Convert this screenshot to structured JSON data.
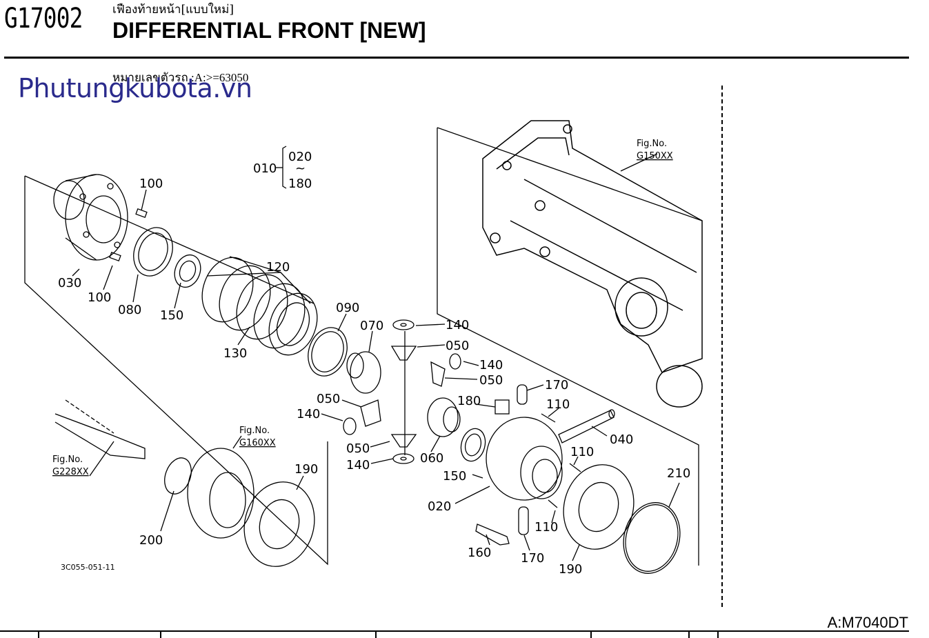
{
  "header": {
    "code": "G17002",
    "thai_title": "เฟืองท้ายหน้า[แบบใหม่]",
    "title": "DIFFERENTIAL FRONT [NEW]"
  },
  "serial_note": "หมายเลขตัวรถ :A:>=63050",
  "watermark": "Phutungkubota.vn",
  "model_code": "A:M7040DT",
  "diagram_code": "3C055-051-11",
  "assembly_bracket": {
    "parent": "010",
    "from": "020",
    "range_mark": "~",
    "to": "180"
  },
  "fig_refs": [
    {
      "label": "Fig.No.",
      "number": "G150XX"
    },
    {
      "label": "Fig.No.",
      "number": "G160XX"
    },
    {
      "label": "Fig.No.",
      "number": "G228XX"
    }
  ],
  "callouts": [
    "100",
    "100",
    "030",
    "080",
    "150",
    "120",
    "130",
    "090",
    "070",
    "140",
    "050",
    "140",
    "050",
    "050",
    "140",
    "050",
    "140",
    "060",
    "180",
    "170",
    "110",
    "040",
    "150",
    "110",
    "020",
    "110",
    "160",
    "170",
    "190",
    "210",
    "190",
    "200"
  ]
}
